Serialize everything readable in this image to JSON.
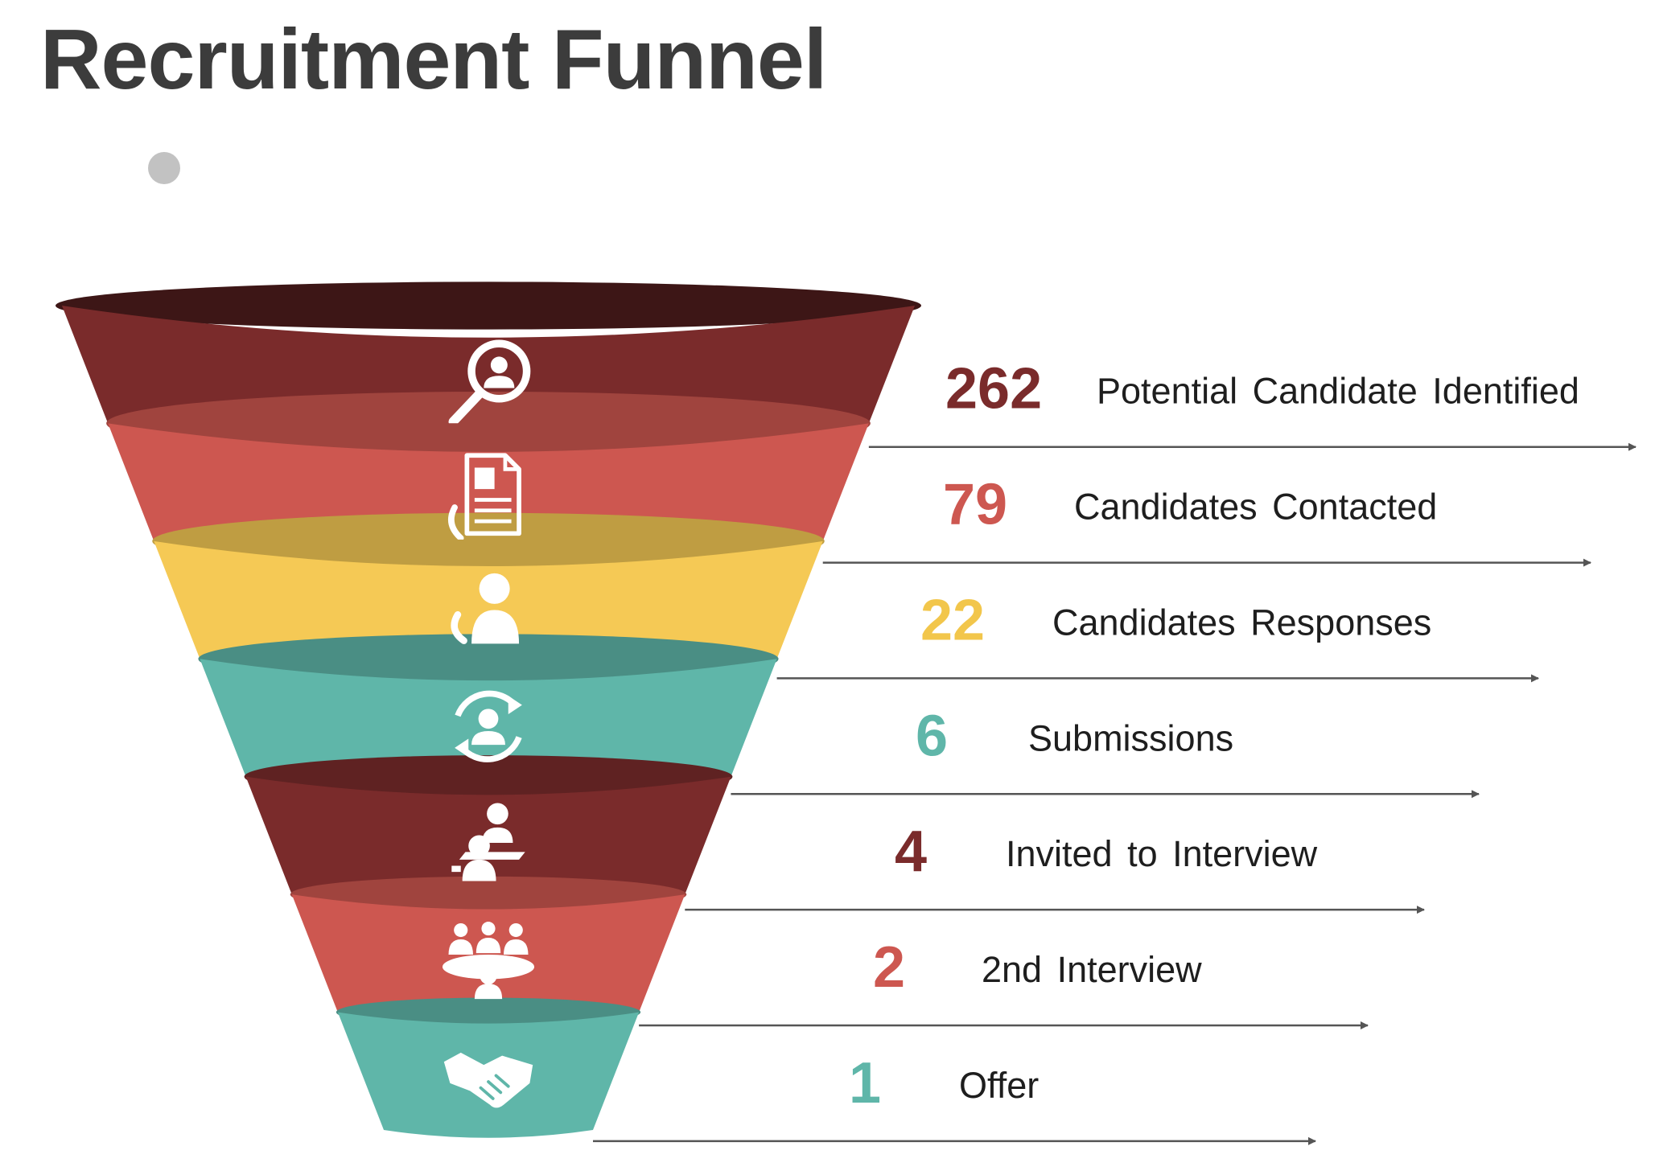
{
  "title": "Recruitment Funnel",
  "colors": {
    "maroon": "#7a2b2b",
    "red": "#cd5750",
    "yellow": "#f5c955",
    "teal": "#5fb6a9",
    "arrow": "#555555"
  },
  "stages": [
    {
      "value": "262",
      "label": "Potential Candidate Identified",
      "color": "#7a2b2b",
      "icon": "search-person-icon"
    },
    {
      "value": "79",
      "label": "Candidates Contacted",
      "color": "#cd5750",
      "icon": "resume-phone-icon"
    },
    {
      "value": "22",
      "label": "Candidates Responses",
      "color": "#f5c955",
      "icon": "person-reply-icon"
    },
    {
      "value": "6",
      "label": "Submissions",
      "color": "#5fb6a9",
      "icon": "person-cycle-icon"
    },
    {
      "value": "4",
      "label": "Invited to Interview",
      "color": "#7a2b2b",
      "icon": "interview-icon"
    },
    {
      "value": "2",
      "label": "2nd Interview",
      "color": "#cd5750",
      "icon": "meeting-table-icon"
    },
    {
      "value": "1",
      "label": "Offer",
      "color": "#5fb6a9",
      "icon": "handshake-icon"
    }
  ]
}
